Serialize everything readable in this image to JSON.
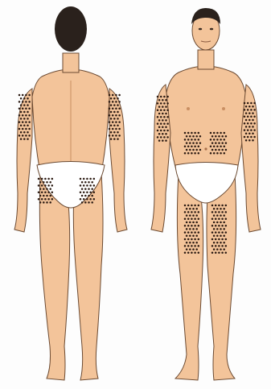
{
  "diagram": {
    "figures": [
      {
        "name": "back-view-figure",
        "view": "back"
      },
      {
        "name": "front-view-figure",
        "view": "front"
      }
    ],
    "marked_sites": [
      {
        "figure": "back",
        "site": "upper-arm-left"
      },
      {
        "figure": "back",
        "site": "upper-arm-right"
      },
      {
        "figure": "back",
        "site": "buttock-left"
      },
      {
        "figure": "back",
        "site": "buttock-right"
      },
      {
        "figure": "front",
        "site": "upper-arm-left"
      },
      {
        "figure": "front",
        "site": "upper-arm-right"
      },
      {
        "figure": "front",
        "site": "abdomen-left"
      },
      {
        "figure": "front",
        "site": "abdomen-right"
      },
      {
        "figure": "front",
        "site": "thigh-left"
      },
      {
        "figure": "front",
        "site": "thigh-right"
      }
    ],
    "colors": {
      "skin": "#f3c49a",
      "skin_shadow": "#e0a577",
      "outline": "#6b4a32",
      "underwear": "#ffffff",
      "hair": "#2a211c",
      "dots": "#2b1a12"
    }
  }
}
